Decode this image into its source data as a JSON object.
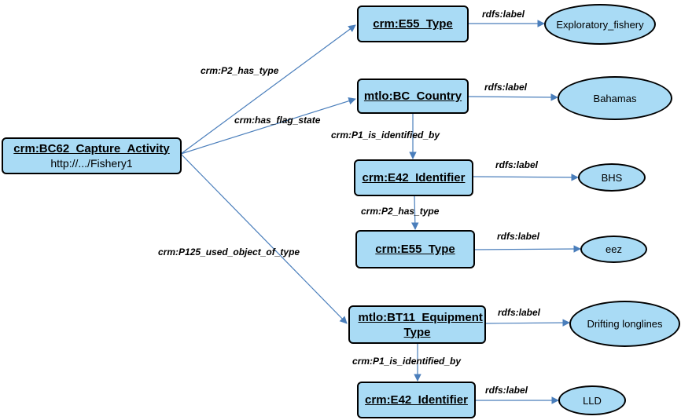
{
  "nodes": {
    "capture_activity": {
      "title": "crm:BC62_Capture_Activity",
      "uri": "http://.../Fishery1"
    },
    "e55_type_top": {
      "title": "crm:E55_Type"
    },
    "bc_country": {
      "title": "mtlo:BC_Country"
    },
    "e42_identifier_country": {
      "title": "crm:E42_Identifier"
    },
    "e55_type_mid": {
      "title": "crm:E55_Type"
    },
    "bt11_equipment_type": {
      "title": "mtlo:BT11_Equipment Type"
    },
    "e42_identifier_equipment": {
      "title": "crm:E42_Identifier"
    }
  },
  "literals": {
    "exploratory_fishery": "Exploratory_fishery",
    "bahamas": "Bahamas",
    "bhs": "BHS",
    "eez": "eez",
    "drifting_longlines": "Drifting longlines",
    "lld": "LLD"
  },
  "edge_labels": {
    "p2_has_type_top": "crm:P2_has_type",
    "has_flag_state": "crm:has_flag_state",
    "p125_used_object_of_type": "crm:P125_used_object_of_type",
    "p1_is_identified_by_country": "crm:P1_is_identified_by",
    "p2_has_type_mid": "crm:P2_has_type",
    "p1_is_identified_by_equipment": "crm:P1_is_identified_by",
    "rdfs_label_1": "rdfs:label",
    "rdfs_label_2": "rdfs:label",
    "rdfs_label_3": "rdfs:label",
    "rdfs_label_4": "rdfs:label",
    "rdfs_label_5": "rdfs:label",
    "rdfs_label_6": "rdfs:label"
  },
  "colors": {
    "node_fill": "#a9dbf5",
    "node_border": "#000000",
    "edge": "#4a7ebb"
  }
}
